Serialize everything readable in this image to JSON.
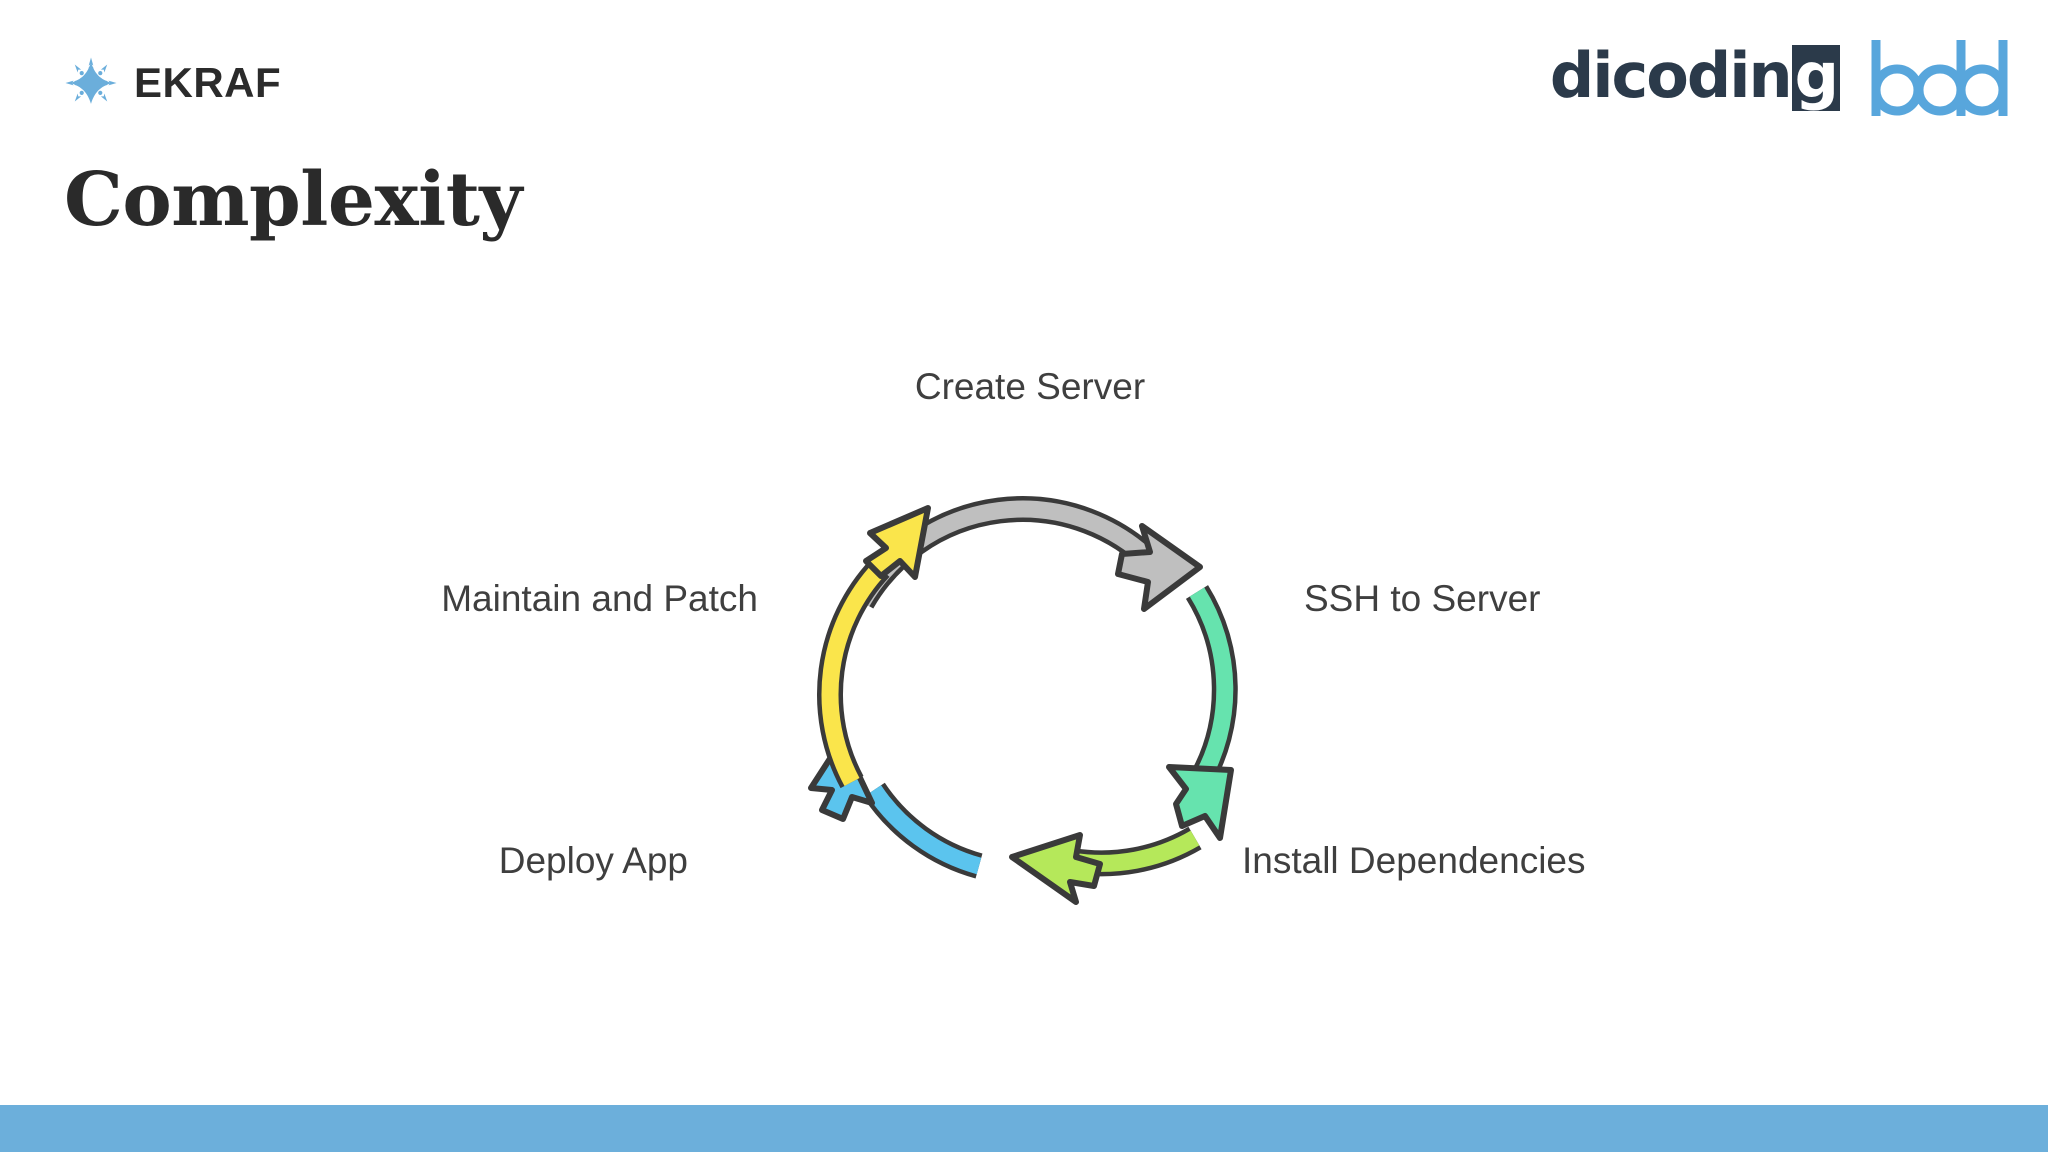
{
  "slide": {
    "title": "Complexity",
    "background_color": "#ffffff",
    "accent_bar_color": "#6CAFDB"
  },
  "header": {
    "left_logo": {
      "icon": "ekraf-star-icon",
      "wordmark": "EKRAF",
      "mark_color": "#6BAEDB",
      "word_color": "#2B2B2B"
    },
    "right_logos": [
      {
        "name": "dicoding-logo",
        "text_main": "dicodin",
        "text_boxed": "g",
        "color": "#2B3A4A"
      },
      {
        "name": "bdd-logo",
        "text": "bdd",
        "color": "#58A6DC"
      }
    ]
  },
  "chart_data": {
    "type": "diagram",
    "diagram_kind": "cycle",
    "title": "Complexity",
    "direction": "clockwise",
    "steps": [
      {
        "index": 0,
        "label": "Create Server",
        "position": "top",
        "label_angle_deg": -90,
        "arrow_color": "#BFBFBF",
        "arrow_name": "create-server-arrow",
        "arc_start_deg": 205,
        "arc_end_deg": 325
      },
      {
        "index": 1,
        "label": "SSH to Server",
        "position": "right",
        "label_angle_deg": 0,
        "arrow_color": "#66E3AE",
        "arrow_name": "ssh-to-server-arrow",
        "arc_start_deg": 290,
        "arc_end_deg": 55
      },
      {
        "index": 2,
        "label": "Install Dependencies",
        "position": "bottom-right",
        "label_angle_deg": 45,
        "arrow_color": "#B5E85A",
        "arrow_name": "install-dependencies-arrow",
        "arc_start_deg": 25,
        "arc_end_deg": 110
      },
      {
        "index": 3,
        "label": "Deploy App",
        "position": "bottom-left",
        "label_angle_deg": 135,
        "arrow_color": "#5BC4EE",
        "arrow_name": "deploy-app-arrow",
        "arc_start_deg": 80,
        "arc_end_deg": 160
      },
      {
        "index": 4,
        "label": "Maintain and Patch",
        "position": "left",
        "label_angle_deg": 180,
        "arrow_color": "#FAE54B",
        "arrow_name": "maintain-and-patch-arrow",
        "arc_start_deg": 135,
        "arc_end_deg": 210
      }
    ],
    "outline_color": "#3A3A3A",
    "label_color": "#3F3F3F",
    "legend": "none",
    "grid": false
  }
}
